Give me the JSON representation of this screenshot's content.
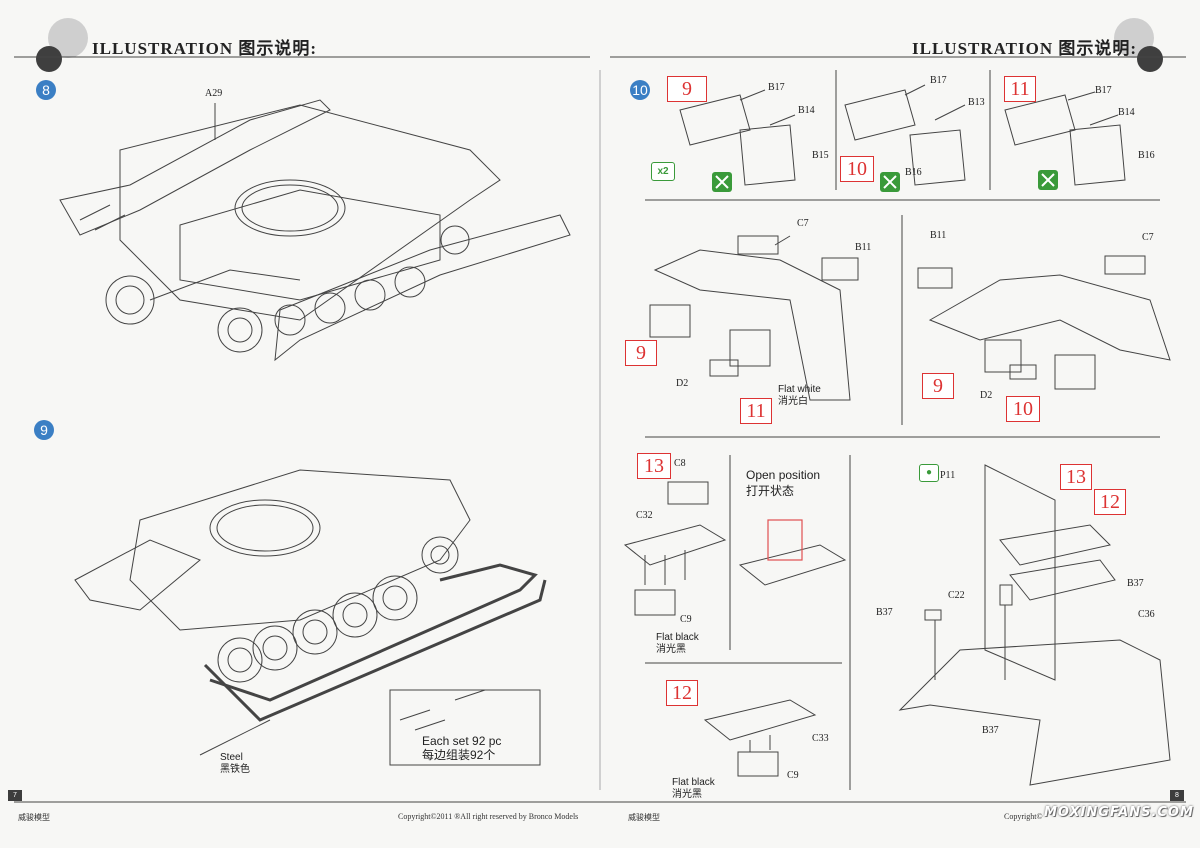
{
  "header": {
    "left_title": "ILLUSTRATION",
    "left_title_cn": "图示说明:",
    "right_title": "ILLUSTRATION",
    "right_title_cn": "图示说明:"
  },
  "steps": {
    "s8": "8",
    "s9": "9",
    "s10": "10"
  },
  "step8": {
    "part": "A29"
  },
  "step9": {
    "track_label": "Steel",
    "track_label_cn": "黑铁色",
    "set_label": "Each set 92 pc",
    "set_label_cn": "每边组装92个"
  },
  "step10": {
    "sub": [
      {
        "box": "9",
        "parts": [
          "B17",
          "B14",
          "B15"
        ],
        "qty": "x2"
      },
      {
        "box": "10",
        "parts": [
          "B17",
          "B13",
          "B16"
        ]
      },
      {
        "box": "11",
        "parts": [
          "B17",
          "B14",
          "B16"
        ]
      }
    ],
    "left_assembly": {
      "parts": [
        "C7",
        "B11",
        "D2"
      ],
      "boxes": [
        "9",
        "11"
      ],
      "paint": "Flat white",
      "paint_cn": "消光白"
    },
    "right_assembly": {
      "parts": [
        "B11",
        "C7",
        "D2"
      ],
      "boxes": [
        "9",
        "10"
      ]
    },
    "hatch13": {
      "box": "13",
      "parts": [
        "C8",
        "C32",
        "C9"
      ],
      "paint": "Flat black",
      "paint_cn": "消光黑"
    },
    "open": {
      "label": "Open position",
      "label_cn": "打开状态"
    },
    "hatch12": {
      "box": "12",
      "parts": [
        "C33",
        "C9"
      ],
      "paint": "Flat black",
      "paint_cn": "消光黑"
    },
    "final": {
      "boxes": [
        "13",
        "12"
      ],
      "parts": [
        "P11",
        "C22",
        "B37",
        "B37",
        "C36",
        "B37"
      ]
    }
  },
  "footer": {
    "left_page": "7",
    "right_page": "8",
    "brand_left": "威骏模型",
    "copyright": "Copyright©2011  ®All right reserved by Bronco Models",
    "brand_right": "威骏模型",
    "copyright_right": "Copyright©",
    "watermark": "MOXINGFANS.COM"
  },
  "colors": {
    "accent_blue": "#3b7fc4",
    "box_red": "#dd3333",
    "glue_green": "#3a9a3a"
  }
}
